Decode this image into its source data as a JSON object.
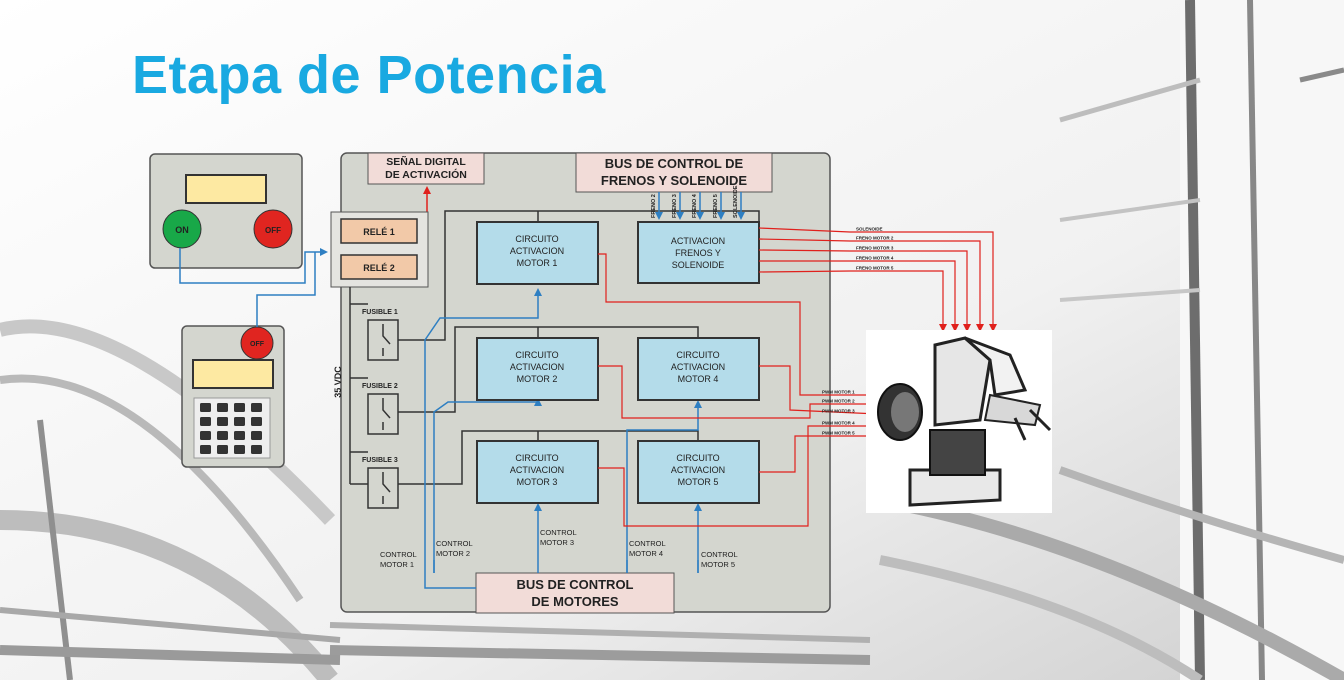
{
  "slide": {
    "title": "Etapa de Potencia"
  },
  "diagram": {
    "signal_box": [
      "SEÑAL DIGITAL",
      "DE ACTIVACIÓN"
    ],
    "brake_bus": [
      "BUS DE CONTROL DE",
      "FRENOS Y SOLENOIDE"
    ],
    "motor_bus": [
      "BUS DE CONTROL",
      "DE MOTORES"
    ],
    "relays": [
      "RELÉ 1",
      "RELÉ 2"
    ],
    "fuses": [
      "FUSIBLE 1",
      "FUSIBLE 2",
      "FUSIBLE 3"
    ],
    "voltage": "35 VDC",
    "on_label": "ON",
    "off_label": "OFF",
    "brake_block": [
      "ACTIVACION",
      "FRENOS Y",
      "SOLENOIDE"
    ],
    "circuits": [
      {
        "lines": [
          "CIRCUITO",
          "ACTIVACION",
          "MOTOR 1"
        ]
      },
      {
        "lines": [
          "CIRCUITO",
          "ACTIVACION",
          "MOTOR 2"
        ]
      },
      {
        "lines": [
          "CIRCUITO",
          "ACTIVACION",
          "MOTOR 4"
        ]
      },
      {
        "lines": [
          "CIRCUITO",
          "ACTIVACION",
          "MOTOR 3"
        ]
      },
      {
        "lines": [
          "CIRCUITO",
          "ACTIVACION",
          "MOTOR 5"
        ]
      }
    ],
    "control_labels": [
      [
        "CONTROL",
        "MOTOR 1"
      ],
      [
        "CONTROL",
        "MOTOR 2"
      ],
      [
        "CONTROL",
        "MOTOR 3"
      ],
      [
        "CONTROL",
        "MOTOR 4"
      ],
      [
        "CONTROL",
        "MOTOR 5"
      ]
    ],
    "brake_inputs": [
      "FRENO 2",
      "FRENO 3",
      "FRENO 4",
      "FRENO 5",
      "SOLENOIDE"
    ],
    "brake_outputs": [
      "SOLENOIDE",
      "FRENO MOTOR 2",
      "FRENO MOTOR 3",
      "FRENO MOTOR 4",
      "FRENO MOTOR 5"
    ],
    "motor_outputs": [
      "PWM MOTOR 1",
      "PWM MOTOR 2",
      "PWM MOTOR 3",
      "PWM MOTOR 4",
      "PWM MOTOR 5"
    ]
  },
  "colors": {
    "title": "#19a9e1",
    "panel": "#d4d6cf",
    "circuit_fill": "#b4dcea",
    "label_fill": "#f2dcd8",
    "red_wire": "#e0201c",
    "blue_wire": "#2e7fc2",
    "on_button": "#18a848",
    "off_button": "#e02520"
  }
}
